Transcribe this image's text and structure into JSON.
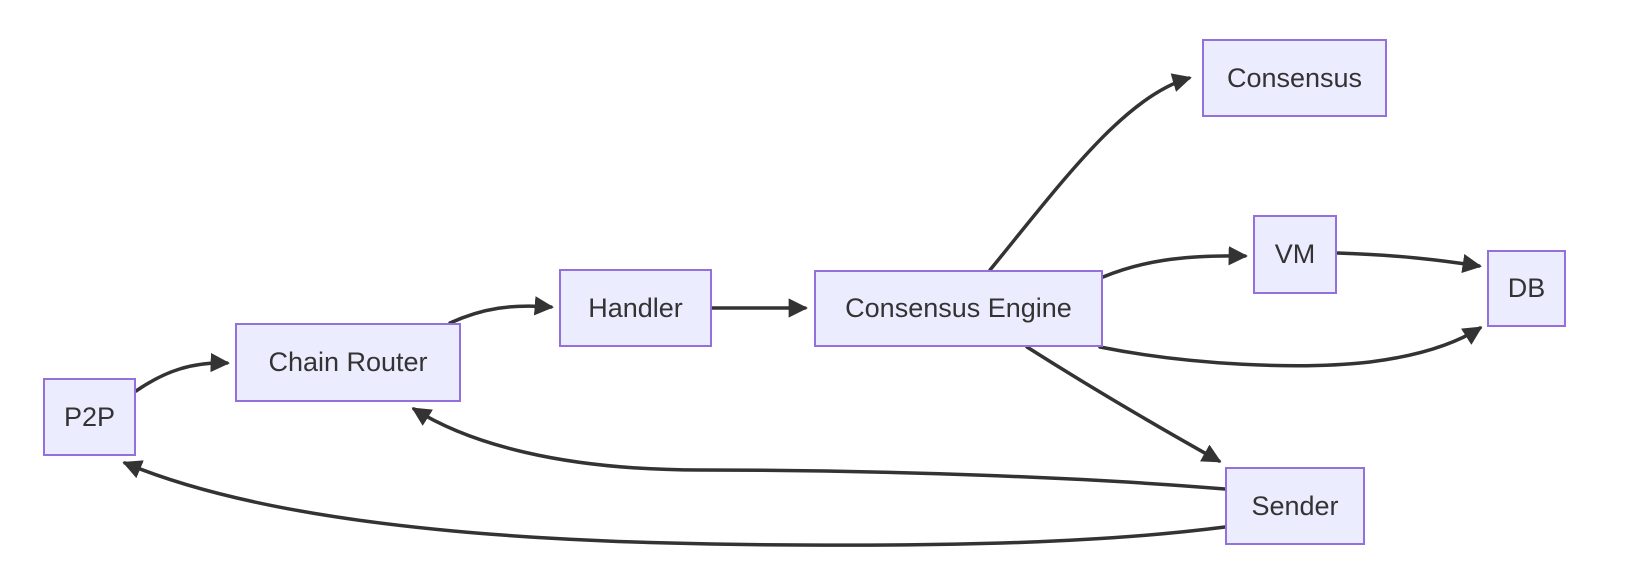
{
  "diagram": {
    "type": "flowchart",
    "direction": "left-to-right",
    "colors": {
      "background": "#ffffff",
      "node_fill": "#ececff",
      "node_border": "#9370db",
      "edge": "#333333",
      "text": "#333333"
    },
    "nodes": [
      {
        "id": "p2p",
        "label": "P2P"
      },
      {
        "id": "chain-router",
        "label": "Chain Router"
      },
      {
        "id": "handler",
        "label": "Handler"
      },
      {
        "id": "consensus-engine",
        "label": "Consensus Engine"
      },
      {
        "id": "consensus",
        "label": "Consensus"
      },
      {
        "id": "vm",
        "label": "VM"
      },
      {
        "id": "db",
        "label": "DB"
      },
      {
        "id": "sender",
        "label": "Sender"
      }
    ],
    "edges": [
      {
        "from": "P2P",
        "to": "Chain Router"
      },
      {
        "from": "Chain Router",
        "to": "Handler"
      },
      {
        "from": "Handler",
        "to": "Consensus Engine"
      },
      {
        "from": "Consensus Engine",
        "to": "Consensus"
      },
      {
        "from": "Consensus Engine",
        "to": "VM"
      },
      {
        "from": "VM",
        "to": "DB"
      },
      {
        "from": "Consensus Engine",
        "to": "DB"
      },
      {
        "from": "Consensus Engine",
        "to": "Sender"
      },
      {
        "from": "Sender",
        "to": "Chain Router"
      },
      {
        "from": "Sender",
        "to": "P2P"
      }
    ]
  }
}
